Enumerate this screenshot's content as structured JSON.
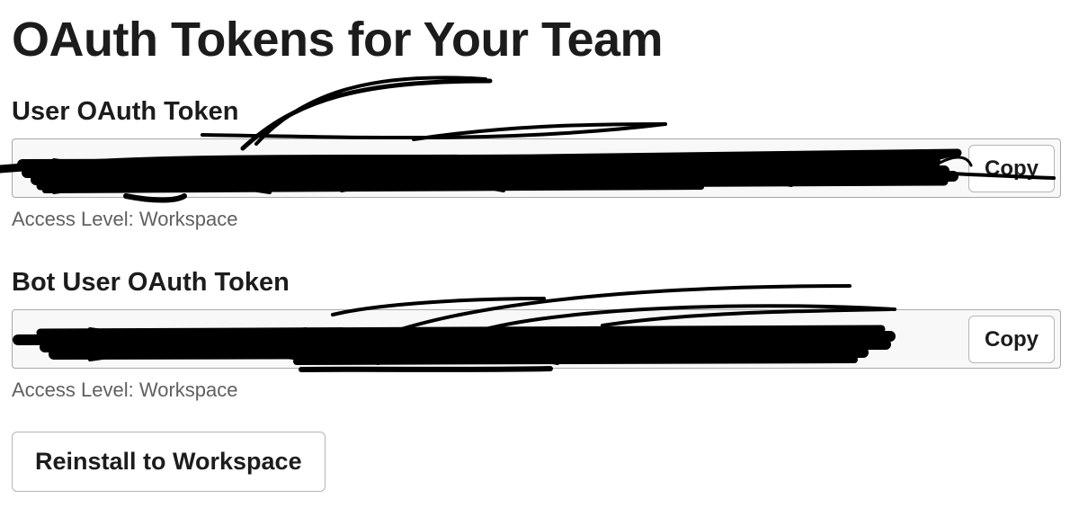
{
  "page": {
    "title": "OAuth Tokens for Your Team"
  },
  "user_token": {
    "label": "User OAuth Token",
    "value": "",
    "copy_label": "Copy",
    "access_level": "Access Level: Workspace"
  },
  "bot_token": {
    "label": "Bot User OAuth Token",
    "value": "",
    "copy_label": "Copy",
    "access_level": "Access Level: Workspace"
  },
  "actions": {
    "reinstall_label": "Reinstall to Workspace"
  },
  "colors": {
    "text": "#1d1c1d",
    "muted_text": "#616061",
    "input_background": "#f8f8f8",
    "border": "#a8a8a8",
    "redaction_ink": "#000000"
  }
}
